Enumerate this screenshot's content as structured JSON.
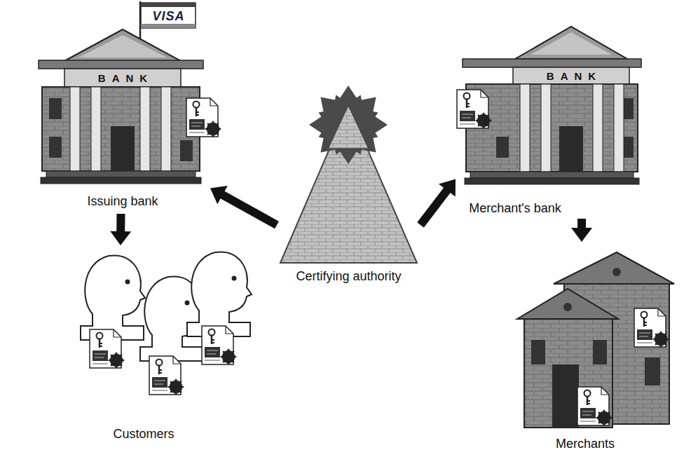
{
  "diagram": {
    "nodes": [
      {
        "text": [
          "VISA",
          "BANK",
          "Issuing bank"
        ]
      },
      {
        "text": [
          "Certifying authority"
        ]
      },
      {
        "text": [
          "BANK",
          "Merchant's bank"
        ]
      },
      {
        "text": [
          "Customers"
        ]
      },
      {
        "text": [
          "Merchants"
        ]
      }
    ],
    "edges": [
      {
        "from": 1,
        "to": 0,
        "arrow": "to"
      },
      {
        "from": 1,
        "to": 2,
        "arrow": "to"
      },
      {
        "from": 0,
        "to": 3,
        "arrow": "to"
      },
      {
        "from": 2,
        "to": 4,
        "arrow": "to"
      }
    ]
  }
}
